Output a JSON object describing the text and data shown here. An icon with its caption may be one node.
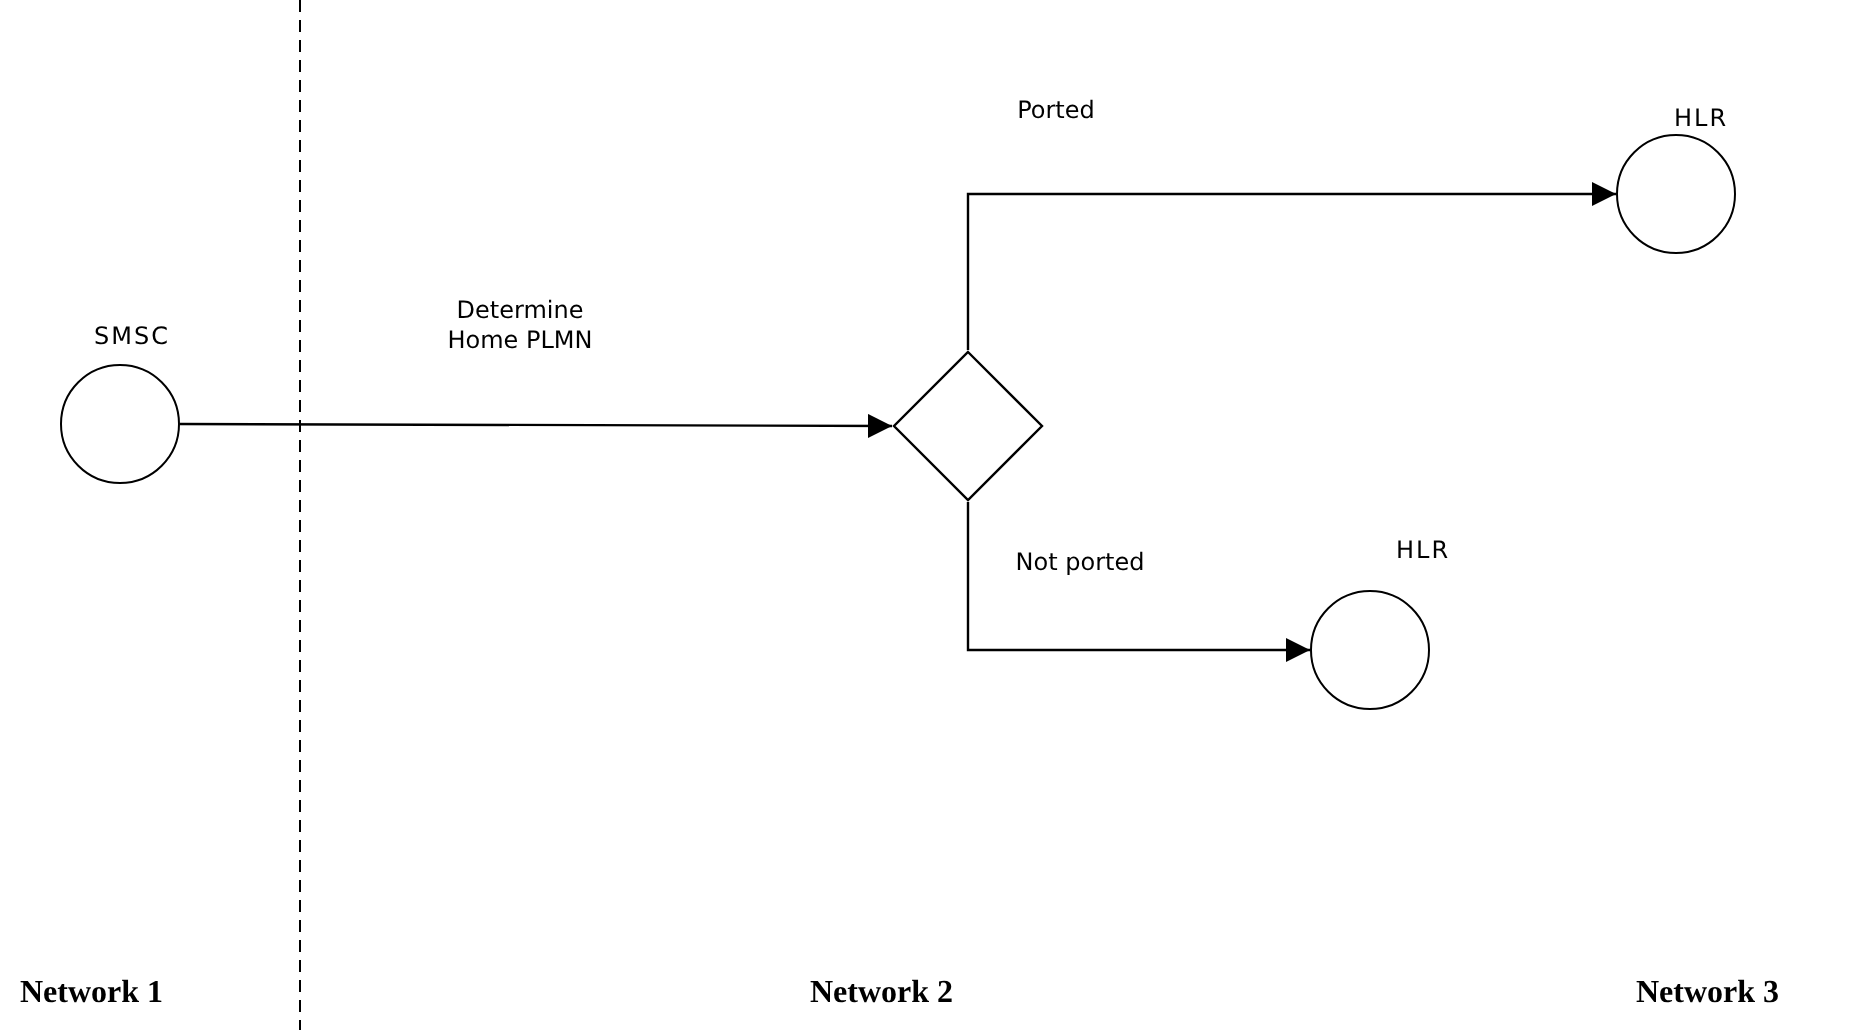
{
  "diagram": {
    "nodes": [
      {
        "text": [
          "SMSC"
        ]
      },
      {
        "text": [],
        "shape": "diamond"
      },
      {
        "text": [
          "HLR"
        ]
      },
      {
        "text": [
          "HLR"
        ]
      }
    ],
    "edges": [
      {
        "from": 0,
        "to": 1,
        "arrow": "to",
        "label": "Determine Home PLMN"
      },
      {
        "from": 1,
        "to": 2,
        "arrow": "to",
        "label": "Ported"
      },
      {
        "from": 1,
        "to": 3,
        "arrow": "to",
        "label": "Not ported"
      }
    ],
    "labels": [
      "Network 1",
      "Network 2",
      "Network 3"
    ]
  }
}
